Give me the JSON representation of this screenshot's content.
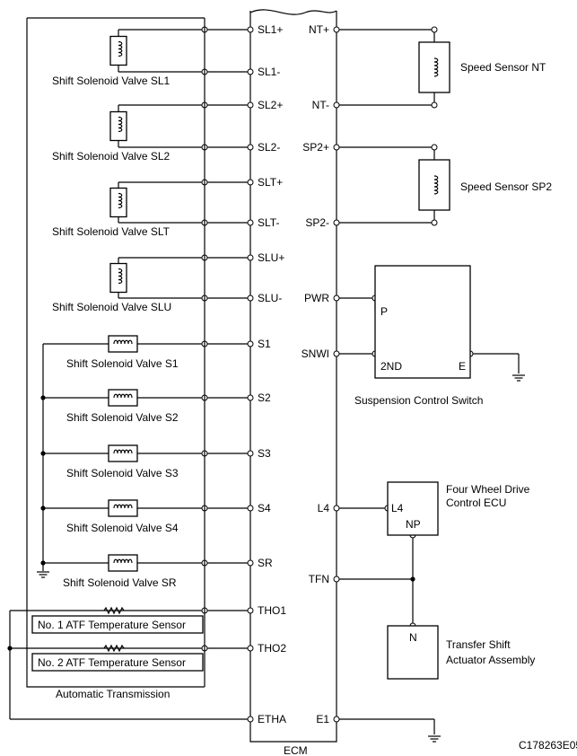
{
  "ecm": {
    "label": "ECM",
    "left_pins": [
      "SL1+",
      "SL1-",
      "SL2+",
      "SL2-",
      "SLT+",
      "SLT-",
      "SLU+",
      "SLU-",
      "S1",
      "S2",
      "S3",
      "S4",
      "SR",
      "THO1",
      "THO2",
      "ETHA"
    ],
    "right_pins": [
      "NT+",
      "NT-",
      "SP2+",
      "SP2-",
      "PWR",
      "SNWI",
      "L4",
      "TFN",
      "E1"
    ]
  },
  "transmission": {
    "label": "Automatic Transmission",
    "linear_valves": [
      "Shift Solenoid Valve SL1",
      "Shift Solenoid Valve SL2",
      "Shift Solenoid Valve SLT",
      "Shift Solenoid Valve SLU"
    ],
    "on_off_valves": [
      "Shift Solenoid Valve S1",
      "Shift Solenoid Valve S2",
      "Shift Solenoid Valve S3",
      "Shift Solenoid Valve S4",
      "Shift Solenoid Valve SR"
    ],
    "sensors": [
      "No. 1 ATF Temperature Sensor",
      "No. 2 ATF Temperature Sensor"
    ]
  },
  "speed_sensors": [
    "Speed Sensor NT",
    "Speed Sensor SP2"
  ],
  "suspension_switch": {
    "label": "Suspension Control Switch",
    "p": "P",
    "nd": "2ND",
    "e": "E"
  },
  "fwd_ecu": {
    "line1": "Four Wheel Drive",
    "line2": "Control ECU",
    "pin_l4": "L4",
    "pin_np": "NP"
  },
  "transfer_actuator": {
    "line1": "Transfer Shift",
    "line2": "Actuator Assembly",
    "pin_n": "N"
  },
  "figure_code": "C178263E05"
}
